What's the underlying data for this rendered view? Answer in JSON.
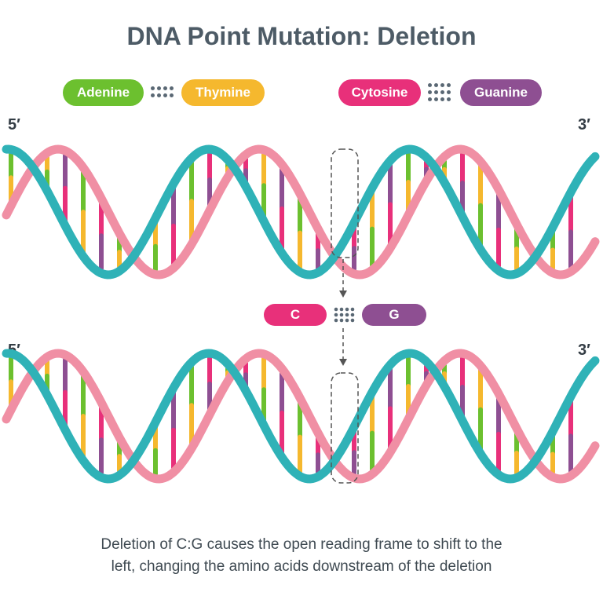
{
  "title": "DNA Point Mutation: Deletion",
  "legend": {
    "adenine": "Adenine",
    "thymine": "Thymine",
    "cytosine": "Cytosine",
    "guanine": "Guanine"
  },
  "ends": {
    "five": "5′",
    "three": "3′"
  },
  "deleted_pair": {
    "left": "C",
    "right": "G"
  },
  "caption_line1": "Deletion of C:G causes the open reading frame to shift to the",
  "caption_line2": "left, changing the amino acids downstream of the deletion",
  "colors": {
    "adenine": "#6cc02f",
    "thymine": "#f5b82e",
    "cytosine": "#e8307a",
    "guanine": "#8e4f92",
    "strand_teal": "#2fb2b7",
    "strand_pink": "#f08fa4",
    "title": "#4d5b66"
  }
}
